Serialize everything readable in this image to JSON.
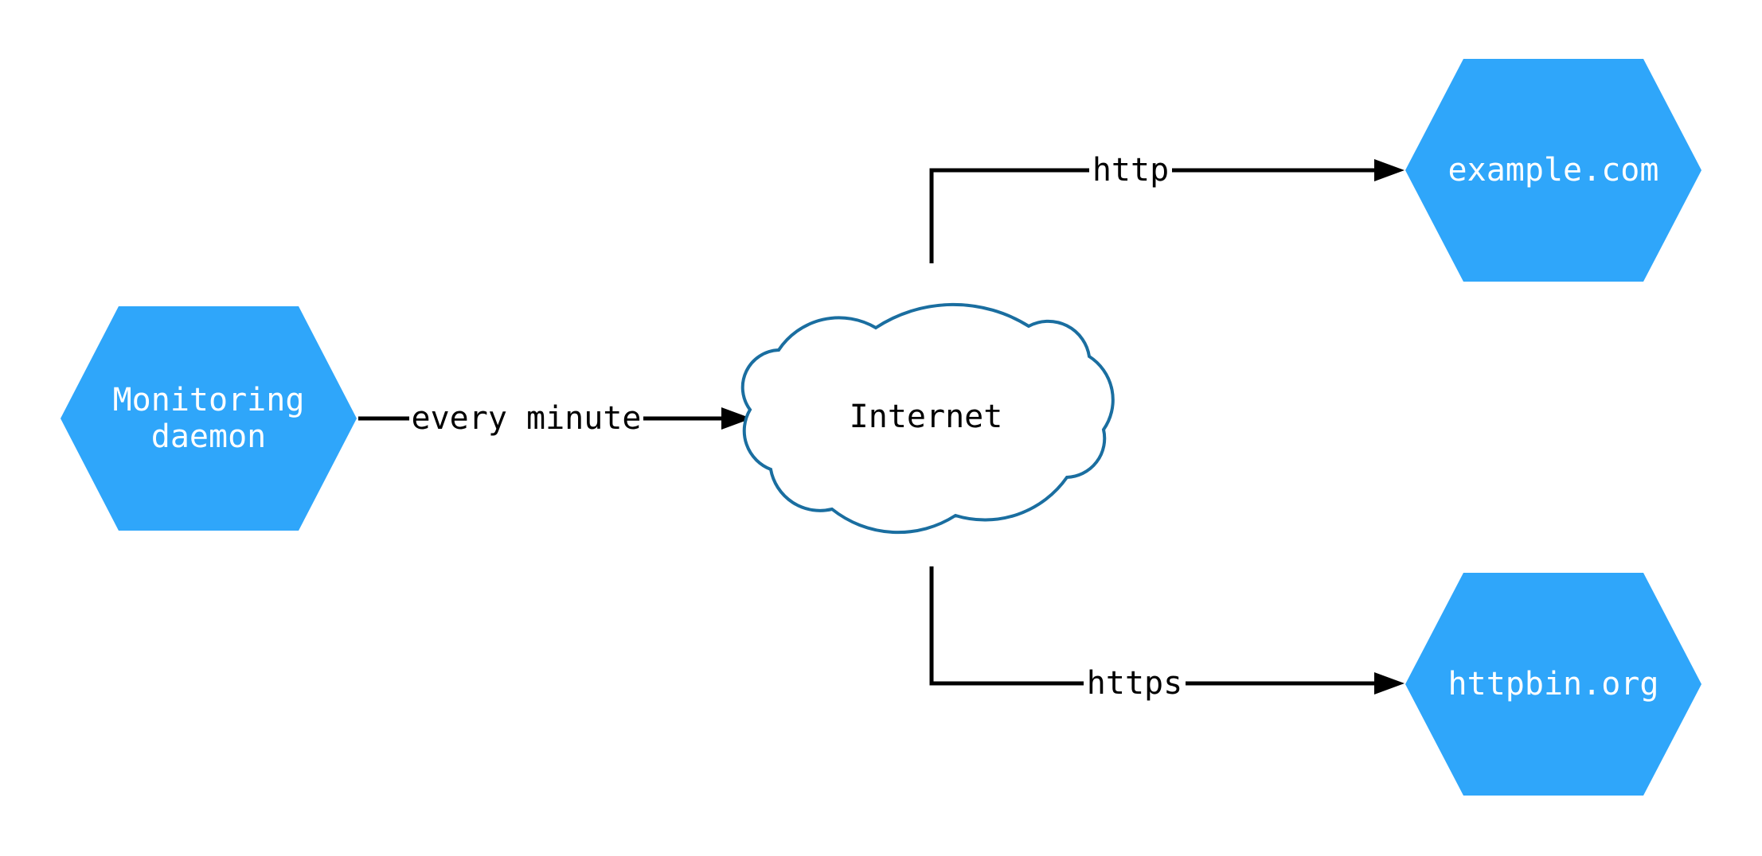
{
  "colors": {
    "background": "#FFFFFF",
    "node_fill": "#2FA6FA",
    "node_text": "#FFFFFF",
    "cloud_fill": "#FFFFFF",
    "cloud_stroke": "#1A6EA0",
    "cloud_text": "#000000",
    "edge_color": "#000000",
    "label_text": "#000000"
  },
  "nodes": {
    "monitoring": {
      "line1": "Monitoring",
      "line2": "daemon"
    },
    "internet": {
      "label": "Internet"
    },
    "example": {
      "label": "example.com"
    },
    "httpbin": {
      "label": "httpbin.org"
    }
  },
  "edges": {
    "every_minute": {
      "label": "every minute"
    },
    "http": {
      "label": "http"
    },
    "https": {
      "label": "https"
    }
  }
}
